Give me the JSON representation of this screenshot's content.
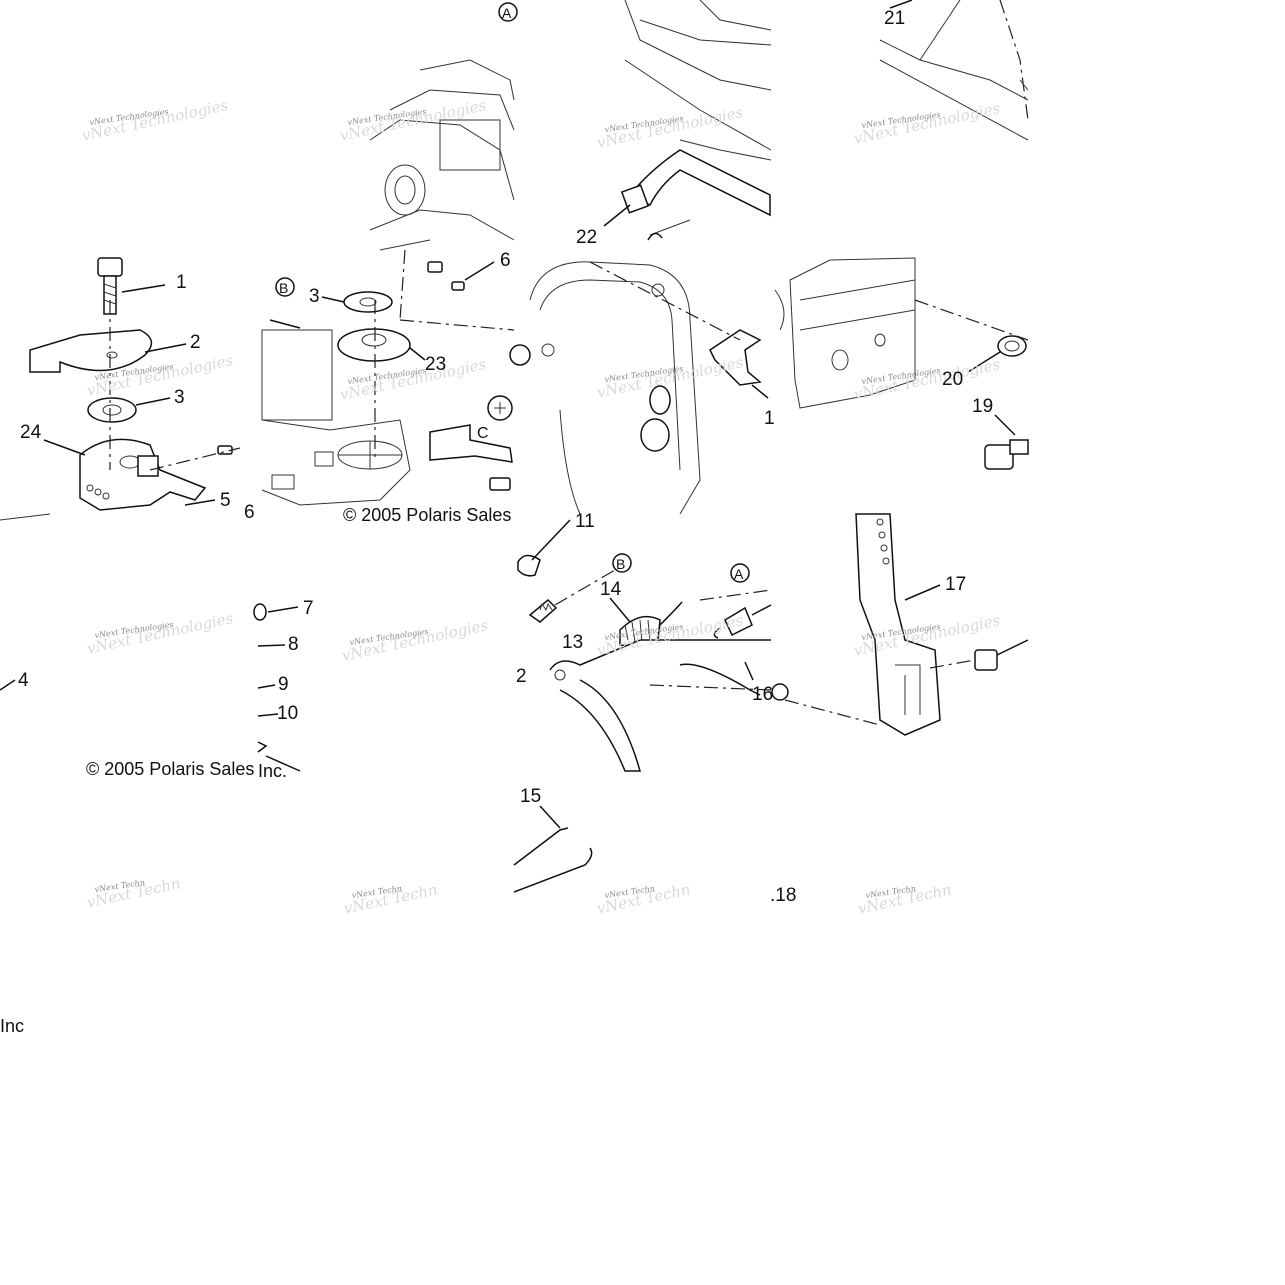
{
  "callouts": [
    {
      "id": "c1a",
      "text": "1"
    },
    {
      "id": "c2",
      "text": "2"
    },
    {
      "id": "c3a",
      "text": "3"
    },
    {
      "id": "c24",
      "text": "24"
    },
    {
      "id": "c5",
      "text": "5"
    },
    {
      "id": "c6a",
      "text": "6"
    },
    {
      "id": "c3b",
      "text": "3"
    },
    {
      "id": "c23",
      "text": "23"
    },
    {
      "id": "c6b",
      "text": "6"
    },
    {
      "id": "c22",
      "text": "22"
    },
    {
      "id": "c21",
      "text": "21"
    },
    {
      "id": "c1b",
      "text": "1"
    },
    {
      "id": "c20",
      "text": "20"
    },
    {
      "id": "c19",
      "text": "19"
    },
    {
      "id": "c11",
      "text": "11"
    },
    {
      "id": "c7",
      "text": "7"
    },
    {
      "id": "c8",
      "text": "8"
    },
    {
      "id": "c9",
      "text": "9"
    },
    {
      "id": "c10",
      "text": "10"
    },
    {
      "id": "c4",
      "text": "4"
    },
    {
      "id": "c14",
      "text": "14"
    },
    {
      "id": "c13",
      "text": "13"
    },
    {
      "id": "c12",
      "text": "2"
    },
    {
      "id": "c16",
      "text": "16"
    },
    {
      "id": "c17",
      "text": "17"
    },
    {
      "id": "c15",
      "text": "15"
    },
    {
      "id": "c18",
      "text": ".18"
    }
  ],
  "circled": [
    {
      "id": "circA1",
      "text": "A"
    },
    {
      "id": "circB1",
      "text": "B"
    },
    {
      "id": "circC",
      "text": "C"
    },
    {
      "id": "circB2",
      "text": "B"
    },
    {
      "id": "circA2",
      "text": "A"
    }
  ],
  "copyright": [
    {
      "id": "cp1",
      "text": "© 2005 Polaris Sales"
    },
    {
      "id": "cp2",
      "text": "© 2005 Polaris Sales"
    },
    {
      "id": "cp3",
      "text": "Inc."
    },
    {
      "id": "cp4",
      "text": "Inc"
    }
  ],
  "watermark": {
    "text": "vNext Technologies",
    "short": "vNext Techn"
  }
}
